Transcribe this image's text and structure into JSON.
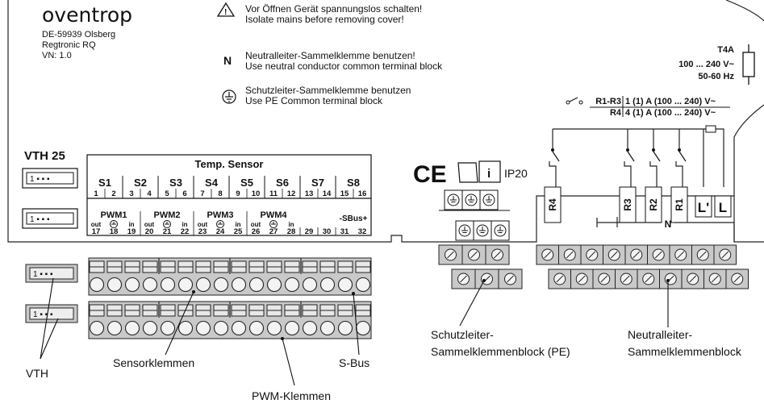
{
  "device": {
    "brand": "oventrop",
    "address": "DE-59939 Olsberg",
    "model": "Regtronic RQ",
    "version": "VN: 1.0"
  },
  "warnings": [
    {
      "icon": "warning-triangle-icon",
      "de": "Vor Öffnen Gerät spannungslos schalten!",
      "en": "Isolate mains before removing cover!"
    },
    {
      "icon": "N",
      "de": "Neutralleiter-Sammelklemme benutzen!",
      "en": "Use neutral conductor common terminal block"
    },
    {
      "icon": "ground-icon",
      "de": "Schutzleiter-Sammelklemme benutzen",
      "en": "Use PE Common terminal block"
    }
  ],
  "fuse": {
    "name": "T4A",
    "voltage": "100 ... 240 V~",
    "freq": "50-60 Hz"
  },
  "relay_ratings": [
    {
      "label": "R1-R3",
      "value": "1 (1) A (100 ... 240) V~"
    },
    {
      "label": "R4",
      "value": "4 (1) A (100 ... 240) V~"
    }
  ],
  "vth_title": "VTH 25",
  "vth_connector_text": "1 ▪ ▪ ▪",
  "temp_sensor": {
    "title": "Temp. Sensor",
    "sensors": [
      "S1",
      "S2",
      "S3",
      "S4",
      "S5",
      "S6",
      "S7",
      "S8"
    ],
    "numbers": [
      "1",
      "2",
      "3",
      "4",
      "5",
      "6",
      "7",
      "8",
      "9",
      "10",
      "11",
      "12",
      "13",
      "14",
      "15",
      "16"
    ]
  },
  "pwm": {
    "groups": [
      "PWM1",
      "PWM2",
      "PWM3",
      "PWM4"
    ],
    "sub_out": "out",
    "sub_in": "in",
    "numbers": [
      "17",
      "18",
      "19",
      "20",
      "21",
      "22",
      "23",
      "24",
      "25",
      "26",
      "27",
      "28",
      "29",
      "30",
      "31",
      "32"
    ],
    "sbus": "-SBus+"
  },
  "ce_mark": "CE",
  "info_mark": "i",
  "ip_rating": "IP20",
  "relays": [
    "R4",
    "R3",
    "R2",
    "R1",
    "L'",
    "L"
  ],
  "neutral_label": "N",
  "callouts": {
    "vth": "VTH",
    "sensor_terminals": "Sensorklemmen",
    "pwm_terminals": "PWM-Klemmen",
    "sbus": "S-Bus",
    "pe_block_1": "Schutzleiter-",
    "pe_block_2": "Sammelklemmenblock (PE)",
    "n_block_1": "Neutralleiter-",
    "n_block_2": "Sammelklemmenblock"
  }
}
